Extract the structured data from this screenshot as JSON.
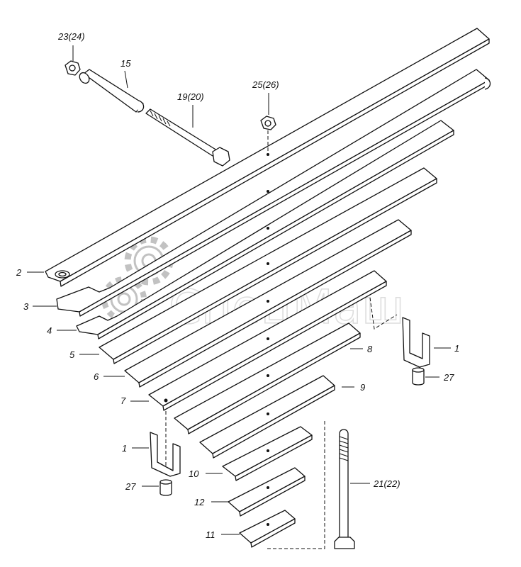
{
  "labels": {
    "l1a": "1",
    "l1b": "1",
    "l2": "2",
    "l3": "3",
    "l4": "4",
    "l5": "5",
    "l6": "6",
    "l7": "7",
    "l8": "8",
    "l9": "9",
    "l10": "10",
    "l11": "11",
    "l12": "12",
    "l15": "15",
    "l19": "19(20)",
    "l21": "21(22)",
    "l23": "23(24)",
    "l25": "25(26)",
    "l27a": "27",
    "l27b": "27"
  },
  "watermark": {
    "text": "СпецМаш"
  }
}
